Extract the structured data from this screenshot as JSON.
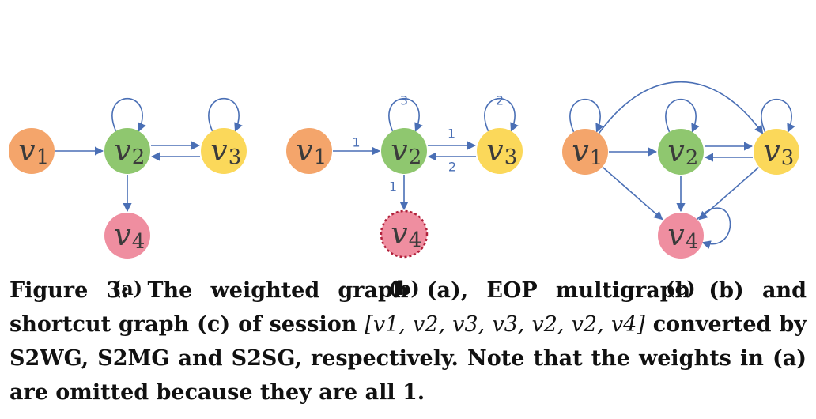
{
  "colors": {
    "v1": "#f4a56b",
    "v2": "#8fc76f",
    "v3": "#fbd85a",
    "v4": "#ef8ea0",
    "v4_dashed_border": "#b0203a",
    "edge": "#4a6fb5"
  },
  "panels": [
    {
      "id": "a",
      "label": "(a)",
      "nodes": [
        {
          "id": "v1",
          "letter": "v",
          "sub": "1"
        },
        {
          "id": "v2",
          "letter": "v",
          "sub": "2"
        },
        {
          "id": "v3",
          "letter": "v",
          "sub": "3"
        },
        {
          "id": "v4",
          "letter": "v",
          "sub": "4"
        }
      ],
      "edges": [
        {
          "from": "v1",
          "to": "v2"
        },
        {
          "from": "v2",
          "to": "v2"
        },
        {
          "from": "v2",
          "to": "v3"
        },
        {
          "from": "v3",
          "to": "v2"
        },
        {
          "from": "v3",
          "to": "v3"
        },
        {
          "from": "v2",
          "to": "v4"
        }
      ]
    },
    {
      "id": "b",
      "label": "(b)",
      "nodes": [
        {
          "id": "v1",
          "letter": "v",
          "sub": "1"
        },
        {
          "id": "v2",
          "letter": "v",
          "sub": "2"
        },
        {
          "id": "v3",
          "letter": "v",
          "sub": "3"
        },
        {
          "id": "v4",
          "letter": "v",
          "sub": "4",
          "dashed": true
        }
      ],
      "edges": [
        {
          "from": "v1",
          "to": "v2",
          "weight": "1"
        },
        {
          "from": "v2",
          "to": "v2",
          "weight": "3"
        },
        {
          "from": "v2",
          "to": "v3",
          "weight": "1"
        },
        {
          "from": "v3",
          "to": "v2",
          "weight": "2"
        },
        {
          "from": "v3",
          "to": "v3",
          "weight": "2"
        },
        {
          "from": "v2",
          "to": "v4",
          "weight": "1"
        }
      ]
    },
    {
      "id": "c",
      "label": "(c)",
      "nodes": [
        {
          "id": "v1",
          "letter": "v",
          "sub": "1"
        },
        {
          "id": "v2",
          "letter": "v",
          "sub": "2"
        },
        {
          "id": "v3",
          "letter": "v",
          "sub": "3"
        },
        {
          "id": "v4",
          "letter": "v",
          "sub": "4"
        }
      ],
      "edges": [
        {
          "from": "v1",
          "to": "v1"
        },
        {
          "from": "v1",
          "to": "v2"
        },
        {
          "from": "v1",
          "to": "v3"
        },
        {
          "from": "v1",
          "to": "v4"
        },
        {
          "from": "v2",
          "to": "v2"
        },
        {
          "from": "v2",
          "to": "v3"
        },
        {
          "from": "v2",
          "to": "v4"
        },
        {
          "from": "v3",
          "to": "v2"
        },
        {
          "from": "v3",
          "to": "v3"
        },
        {
          "from": "v3",
          "to": "v4"
        },
        {
          "from": "v4",
          "to": "v4"
        }
      ]
    }
  ],
  "caption": {
    "prefix": "Figure 3: The weighted graph (a), EOP multigraph (b) and shortcut graph (c) of session ",
    "session": "[v1, v2, v3, v3, v2, v2, v4]",
    "suffix": " converted by S2WG, S2MG and S2SG, respectively. Note that the weights in (a) are omitted because they are all 1."
  }
}
